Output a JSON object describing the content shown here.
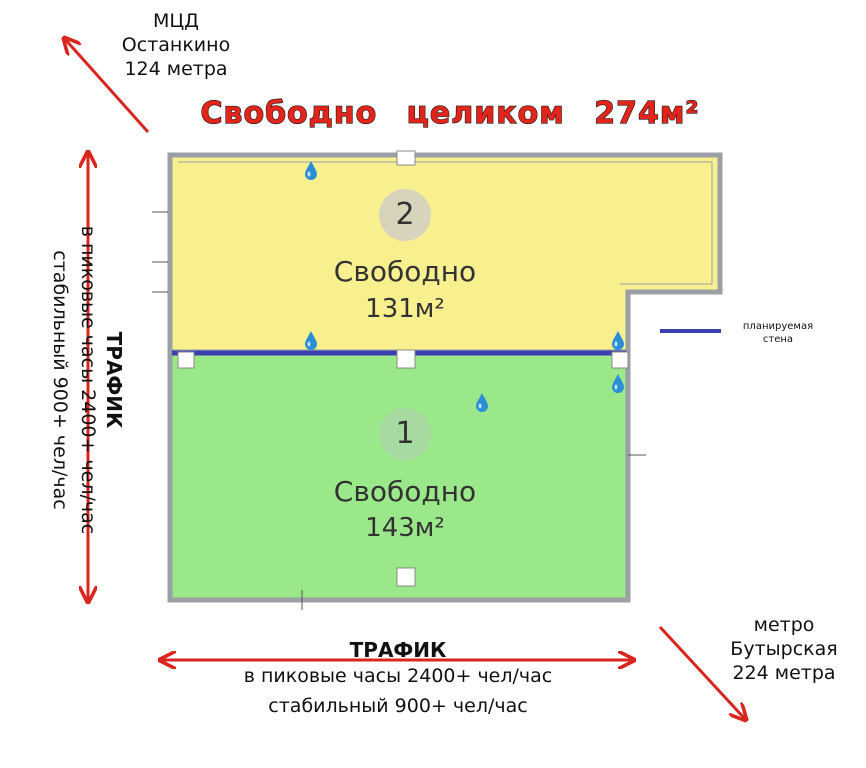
{
  "headline": "Свободно  целиком  274м²",
  "station_top": {
    "line1": "МЦД",
    "line2": "Останкино",
    "line3": "124 метра"
  },
  "station_bottom": {
    "line1": "метро",
    "line2": "Бутырская",
    "line3": "224 метра"
  },
  "traffic_horizontal": {
    "title": "ТРАФИК",
    "peak": "в пиковые часы 2400+ чел/час",
    "stable": "стабильный 900+ чел/час"
  },
  "traffic_vertical": {
    "title": "ТРАФИК",
    "peak": "в пиковые часы 2400+ чел/час",
    "stable": "стабильный 900+ чел/час"
  },
  "rooms": [
    {
      "number": "2",
      "status": "Свободно",
      "area": "131м²",
      "color": "#f8ef8e"
    },
    {
      "number": "1",
      "status": "Свободно",
      "area": "143м²",
      "color": "#9be88b"
    }
  ],
  "legend": {
    "label_line1": "планируемая",
    "label_line2": "стена",
    "color": "#3b3fb0"
  },
  "colors": {
    "arrow": "#d8261f",
    "headline": "#e3241b",
    "wall": "#9aa0a6",
    "water": "#2a8fd6"
  },
  "icons": {
    "water": "water-drop-icon",
    "arrow": "arrow-icon"
  }
}
